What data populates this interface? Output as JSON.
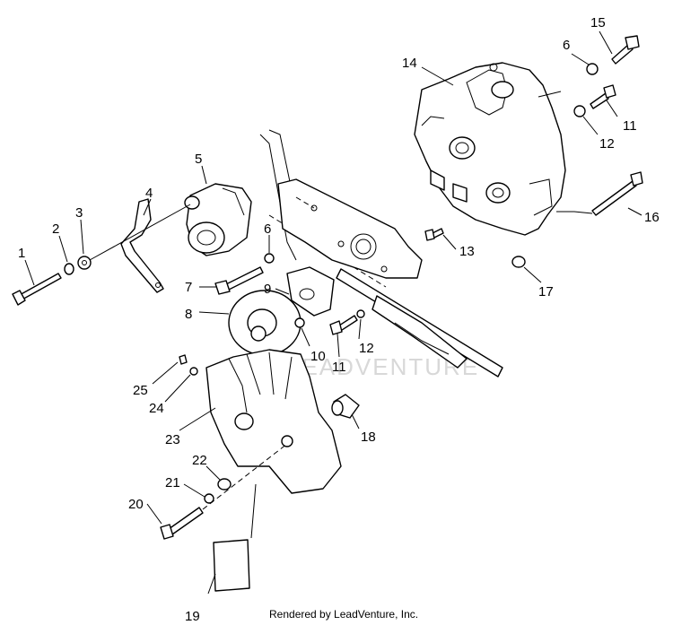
{
  "watermark": "LEADVENTURE",
  "footer": {
    "credit": "Rendered by LeadVenture, Inc."
  },
  "callouts": {
    "c1": "1",
    "c2": "2",
    "c3": "3",
    "c4": "4",
    "c5": "5",
    "c6a": "6",
    "c6b": "6",
    "c7": "7",
    "c8": "8",
    "c9": "9",
    "c10": "10",
    "c11a": "11",
    "c11b": "11",
    "c12a": "12",
    "c12b": "12",
    "c13": "13",
    "c14": "14",
    "c15": "15",
    "c16": "16",
    "c17": "17",
    "c18": "18",
    "c19": "19",
    "c20": "20",
    "c21": "21",
    "c22": "22",
    "c23": "23",
    "c24": "24",
    "c25": "25"
  }
}
